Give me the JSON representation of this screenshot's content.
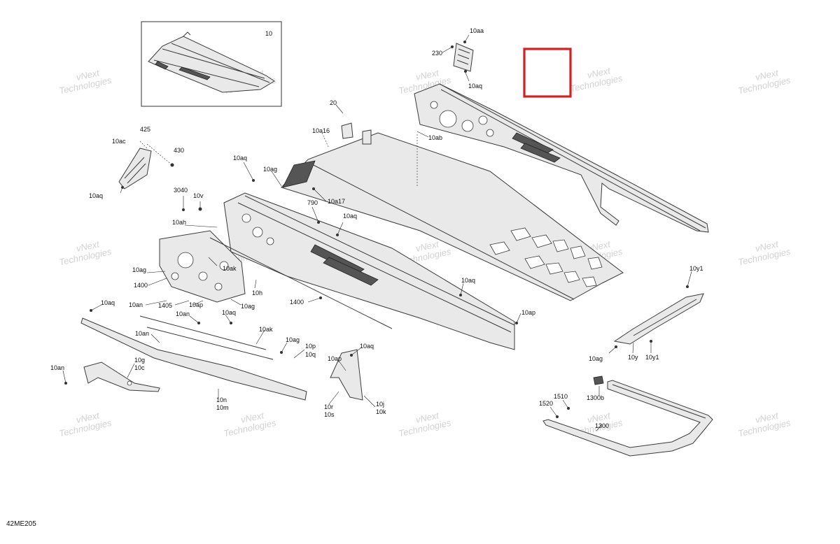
{
  "diagram": {
    "drawing_code": "42ME205",
    "inset_label": "10",
    "highlight_color": "#d62020",
    "watermark": {
      "line1": "vNext",
      "line2": "Technologies"
    },
    "callouts": [
      "10aa",
      "230",
      "10aq",
      "10",
      "20",
      "10a16",
      "10ab",
      "425",
      "10ac",
      "430",
      "10aq",
      "10ag",
      "10aq",
      "3040",
      "10v",
      "790",
      "10a17",
      "10ah",
      "10aq",
      "10ak",
      "10ag",
      "1400",
      "10h",
      "10an",
      "1405",
      "10ap",
      "10ag",
      "10aq",
      "10an",
      "10an",
      "10aq",
      "10ak",
      "10ag",
      "10p",
      "10q",
      "10aq",
      "10ap",
      "10an",
      "10g",
      "10c",
      "10n",
      "10m",
      "10r",
      "10s",
      "10j",
      "10k",
      "1400",
      "10aq",
      "10ap",
      "10y1",
      "10ag",
      "10y",
      "10y1",
      "1300b",
      "1510",
      "1520",
      "1300"
    ]
  }
}
